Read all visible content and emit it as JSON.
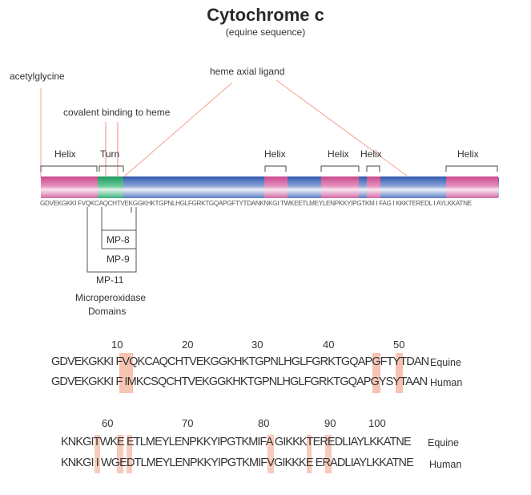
{
  "title": "Cytochrome c",
  "subtitle": "(equine sequence)",
  "annotations": {
    "acetylglycine": "acetylglycine",
    "covalent_binding": "covalent binding to heme",
    "heme_axial_ligand": "heme axial ligand"
  },
  "structure_labels": {
    "helix_1": "Helix",
    "turn": "Turn",
    "helix_2": "Helix",
    "helix_3": "Helix",
    "helix_4": "Helix",
    "helix_5": "Helix"
  },
  "bar_colors": {
    "helix": "#d9509a",
    "turn": "#28a86a",
    "coil": "#3a63b8",
    "annotation_line": "#f0a090",
    "difference_highlight": "#f6b9a6"
  },
  "full_sequence": "GDVEKGKKI FVQKCAQCHTVEKGGKHKTGPNLHGLFGRKTGQAPGFTYTDANKNKGI TWKEETLMEYLENPKKYIPGTKM I FAG I KKKTEREDL I AYLKKATNE",
  "microperoxidase": {
    "mp8": "MP-8",
    "mp9": "MP-9",
    "mp11": "MP-11",
    "caption_line1": "Microperoxidase",
    "caption_line2": "Domains"
  },
  "alignment": {
    "block1": {
      "numbers": [
        "10",
        "20",
        "30",
        "40",
        "50"
      ],
      "equine": "GDVEKGKKI FVQKCAQCHTVEKGGKHKTGPNLHGLFGRKTGQAPGFTYTDAN",
      "human": "GDVEKGKKI F IMKCSQCHTVEKGGKHKTGPNLHGLFGRKTGQAPGYSYTAAN",
      "equine_label": "Equine",
      "human_label": "Human"
    },
    "block2": {
      "numbers": [
        "60",
        "70",
        "80",
        "90",
        "100"
      ],
      "equine": "KNKGITWKE ETLMEYLENPKKYIPGTKMIFA GIKKKTEREDLIAYLKKATNE",
      "human": "KNKGI I WGEDTLMEYLENPKKYIPGTKMIFVGIKKKE ERADLIAYLKKATNE",
      "equine_label": "Equine",
      "human_label": "Human"
    }
  }
}
